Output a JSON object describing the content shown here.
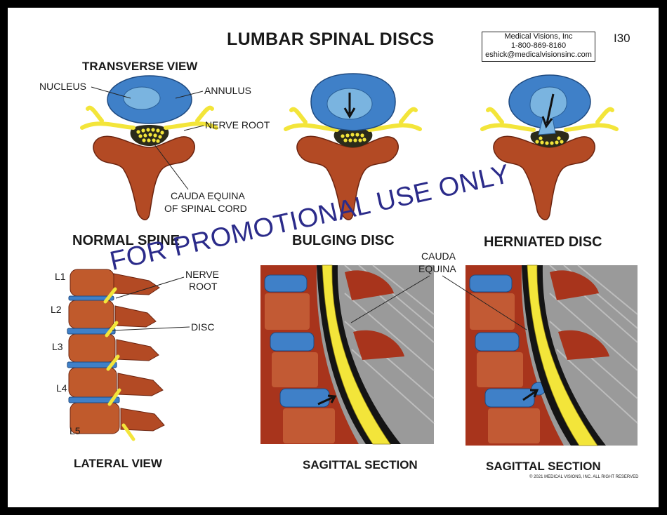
{
  "title": "LUMBAR SPINAL DISCS",
  "plate_id": "I30",
  "publisher": {
    "name": "Medical Visions, Inc",
    "phone": "1-800-869-8160",
    "email": "eshick@medicalvisionsinc.com"
  },
  "transverse": {
    "heading": "TRANSVERSE VIEW",
    "labels": {
      "nucleus": "NUCLEUS",
      "annulus": "ANNULUS",
      "nerve_root": "NERVE ROOT",
      "cauda_line1": "CAUDA EQUINA",
      "cauda_line2": "OF SPINAL CORD"
    },
    "panels": [
      "NORMAL SPINE",
      "BULGING DISC",
      "HERNIATED DISC"
    ]
  },
  "lateral": {
    "caption": "LATERAL VIEW",
    "levels": [
      "L1",
      "L2",
      "L3",
      "L4",
      "L5"
    ],
    "labels": {
      "nerve_line1": "NERVE",
      "nerve_line2": "ROOT",
      "disc": "DISC"
    }
  },
  "sagittal": {
    "caption": "SAGITTAL SECTION",
    "labels": {
      "cauda_line1": "CAUDA",
      "cauda_line2": "EQUINA"
    }
  },
  "watermark": "FOR PROMOTIONAL USE ONLY",
  "copyright": "© 2021 MEDICAL VISIONS, INC. ALL RIGHT RESERVED",
  "colors": {
    "disc_blue": "#3f80c8",
    "nucleus_blue": "#7ab4e0",
    "bone": "#b34a24",
    "nerve_yellow": "#f3e53a",
    "watermark": "#2b2b8a"
  }
}
